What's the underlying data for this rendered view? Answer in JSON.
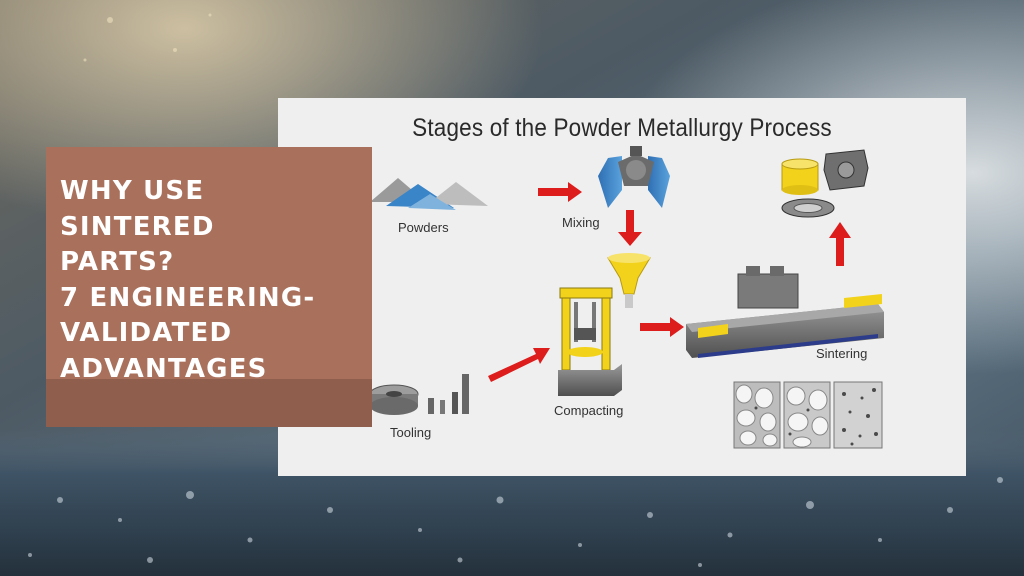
{
  "headline": {
    "lines": [
      "WHY USE",
      "SINTERED",
      "PARTS?",
      "7 ENGINEERING-",
      "VALIDATED",
      "ADVANTAGES"
    ]
  },
  "diagram": {
    "title": "Stages of the Powder Metallurgy Process",
    "stages": {
      "powders": "Powders",
      "mixing": "Mixing",
      "compacting": "Compacting",
      "tooling": "Tooling",
      "sintering": "Sintering"
    }
  },
  "colors": {
    "panel": "#a9705c",
    "arrow": "#dd1c1c",
    "press_yellow": "#f3d21c",
    "powder_blue": "#3a84c8"
  }
}
